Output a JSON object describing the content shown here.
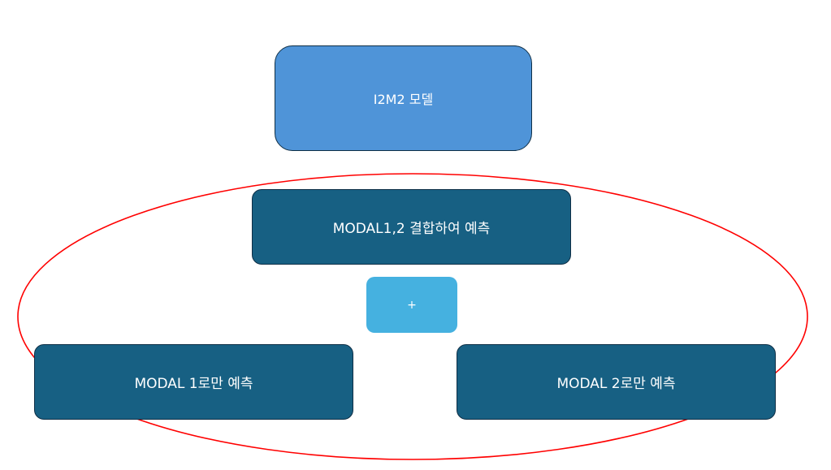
{
  "diagram": {
    "top_node": {
      "label": "I2M2 모델"
    },
    "combined_node": {
      "label": "MODAL1,2 결합하여 예측"
    },
    "plus_node": {
      "label": "+"
    },
    "modal1_node": {
      "label": "MODAL 1로만 예측"
    },
    "modal2_node": {
      "label": "MODAL 2로만 예측"
    },
    "grouping": {
      "shape": "ellipse",
      "encloses": [
        "combined_node",
        "plus_node",
        "modal1_node",
        "modal2_node"
      ]
    }
  },
  "colors": {
    "top_node_fill": "#4f94d8",
    "dark_node_fill": "#176083",
    "plus_node_fill": "#45b1e0",
    "node_border": "#0f2f46",
    "ellipse_stroke": "#ff0000",
    "text": "#ffffff",
    "background": "#ffffff"
  }
}
